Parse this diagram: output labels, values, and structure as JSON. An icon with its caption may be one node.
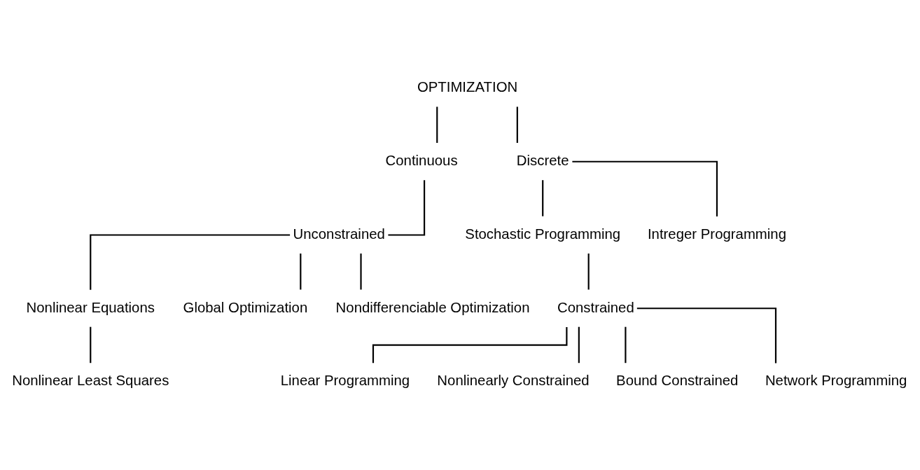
{
  "diagram": {
    "nodes": [
      {
        "text": [
          "OPTIMIZATION"
        ]
      },
      {
        "text": [
          "Continuous"
        ]
      },
      {
        "text": [
          "Discrete"
        ]
      },
      {
        "text": [
          "Stochastic Programming"
        ]
      },
      {
        "text": [
          "Intreger Programming"
        ]
      },
      {
        "text": [
          "Unconstrained"
        ]
      },
      {
        "text": [
          "Constrained"
        ]
      },
      {
        "text": [
          "Linear Programming"
        ]
      },
      {
        "text": [
          "Nonlinearly Constrained"
        ]
      },
      {
        "text": [
          "Bound Constrained"
        ]
      },
      {
        "text": [
          "Network Programming"
        ]
      },
      {
        "text": [
          "Nonlinear Equations"
        ]
      },
      {
        "text": [
          "Nonlinear Least Squares"
        ]
      },
      {
        "text": [
          "Global Optimization"
        ]
      },
      {
        "text": [
          "Nondifferenciable Optimization"
        ]
      }
    ],
    "edges": [
      {
        "from": 0,
        "to": 1,
        "arrow": "none"
      },
      {
        "from": 0,
        "to": 2,
        "arrow": "none"
      },
      {
        "from": 2,
        "to": 3,
        "arrow": "none"
      },
      {
        "from": 2,
        "to": 4,
        "arrow": "none"
      },
      {
        "from": 1,
        "to": 5,
        "arrow": "none"
      },
      {
        "from": 3,
        "to": 6,
        "arrow": "none"
      },
      {
        "from": 6,
        "to": 7,
        "arrow": "none"
      },
      {
        "from": 6,
        "to": 8,
        "arrow": "none"
      },
      {
        "from": 6,
        "to": 9,
        "arrow": "none"
      },
      {
        "from": 6,
        "to": 10,
        "arrow": "none"
      },
      {
        "from": 5,
        "to": 11,
        "arrow": "none"
      },
      {
        "from": 11,
        "to": 12,
        "arrow": "none"
      },
      {
        "from": 5,
        "to": 13,
        "arrow": "none"
      },
      {
        "from": 5,
        "to": 14,
        "arrow": "none"
      }
    ]
  }
}
